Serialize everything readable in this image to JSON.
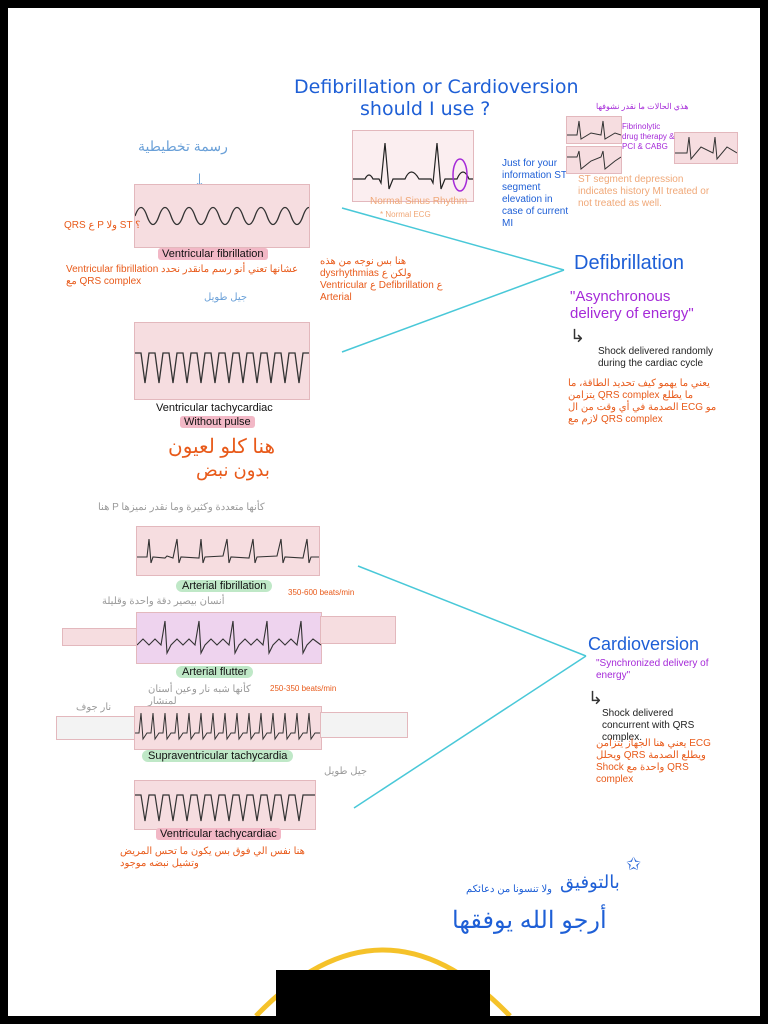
{
  "title": {
    "line1": "Defibrillation or Cardioversion",
    "line2": "should I use ?"
  },
  "top_arabic_note": "رسمة تخطيطية",
  "left_rhythms": {
    "vfib": {
      "label": "Ventricular fibrillation",
      "side_note": "QRS ع P ولا ST ؟",
      "orange_note": "Ventricular fibrillation عشانها تعني أنو رسم مانقدر نحدد مع QRS complex",
      "arrow_note": "جيل طويل"
    },
    "vtach": {
      "label": "Ventricular tachycardiac",
      "sublabel": "Without pulse",
      "arabic": "هنا كلو لعيون",
      "arabic2": "بدون نبض"
    }
  },
  "middle_note": "هنا بس نوجه من هذه dysrhythmias ولكن ع Ventricular ع Defibrillation ع Arterial",
  "right_ecg": {
    "normal": "Normal Sinus Rhythm",
    "normal_sub": "* Normal ECG",
    "info": "Just for your information ST segment elevation in case of current MI"
  },
  "top_right_note": "هذي الحالات ما نقدر نشوفها",
  "purple_note": "Fibrinolytic drug therapy & PCI & CABG",
  "st_note": "ST segment depression indicates history MI treated or not treated as well.",
  "defib": {
    "title": "Defibrillation",
    "subtitle": "\"Asynchronous delivery of energy\"",
    "desc": "Shock delivered randomly during the cardiac cycle",
    "arabic": "يعني ما يهمو كيف تحديد الطاقة، ما يتزامن QRS complex ما يطلع الصدمة في أي وقت من ال ECG مو لازم مع QRS complex"
  },
  "lower_rhythms": {
    "afib": {
      "label": "Arterial fibrillation",
      "note_top": "هنا P كأنها متعددة وكثيرة وما نقدر نميزها",
      "rate": "350-600 beats/min",
      "arabic": "أنسان بيصير دقة واحدة وقليلة"
    },
    "aflutter": {
      "label": "Arterial flutter",
      "rate": "250-350 beats/min",
      "arabic": "كأنها شبه نار وعين أسنان لمنشار"
    },
    "svt": {
      "label": "Supraventricular tachycardia",
      "note": "نار جوف"
    },
    "vtach2": {
      "label": "Ventricular tachycardiac",
      "note": "جيل طويل",
      "arabic": "هنا نفس الي فوق بس يكون ما تحس المريض وتشيل نبضه موجود"
    }
  },
  "cardio": {
    "title": "Cardioversion",
    "subtitle": "\"Synchronized delivery of energy\"",
    "desc": "Shock delivered concurrent with QRS complex.",
    "arabic": "يعني هنا الجهاز يتزامن ECG ويحلل QRS ويطلع الصدمة Shock واحدة مع QRS complex"
  },
  "closing": {
    "line1": "بالتوفيق",
    "line2": "أرجو الله يوفقها",
    "small": "ولا تنسونا من دعائكم"
  }
}
